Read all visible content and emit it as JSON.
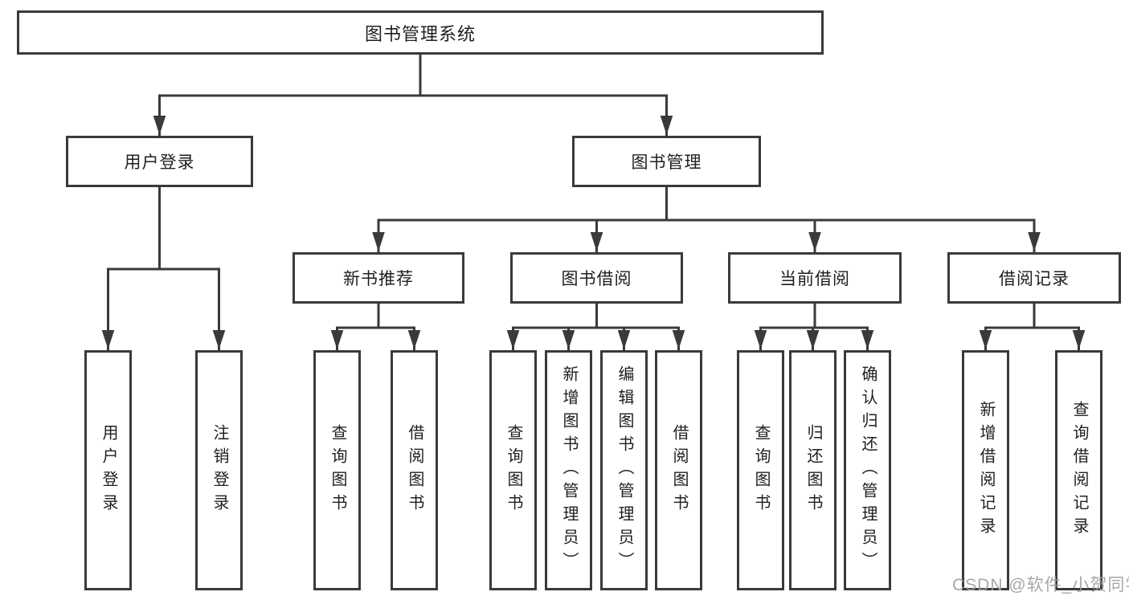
{
  "diagram": {
    "title": "图书管理系统",
    "branches": [
      {
        "label": "用户登录",
        "children": [
          {
            "label": "用户登录"
          },
          {
            "label": "注销登录"
          }
        ]
      },
      {
        "label": "图书管理",
        "children": [
          {
            "label": "新书推荐",
            "children": [
              {
                "label": "查询图书"
              },
              {
                "label": "借阅图书"
              }
            ]
          },
          {
            "label": "图书借阅",
            "children": [
              {
                "label": "查询图书"
              },
              {
                "label": "新增图书（管理员）"
              },
              {
                "label": "编辑图书（管理员）"
              },
              {
                "label": "借阅图书"
              }
            ]
          },
          {
            "label": "当前借阅",
            "children": [
              {
                "label": "查询图书"
              },
              {
                "label": "归还图书"
              },
              {
                "label": "确认归还（管理员）"
              }
            ]
          },
          {
            "label": "借阅记录",
            "children": [
              {
                "label": "新增借阅记录"
              },
              {
                "label": "查询借阅记录"
              }
            ]
          }
        ]
      }
    ]
  },
  "watermark": {
    "text": "CSDN @软件_小贺同学"
  },
  "colors": {
    "line": "#3a3a3a",
    "text": "#1f1f1f",
    "box_background": "#ffffff",
    "page_background": "#ffffff",
    "watermark": "#a0a0a4"
  }
}
